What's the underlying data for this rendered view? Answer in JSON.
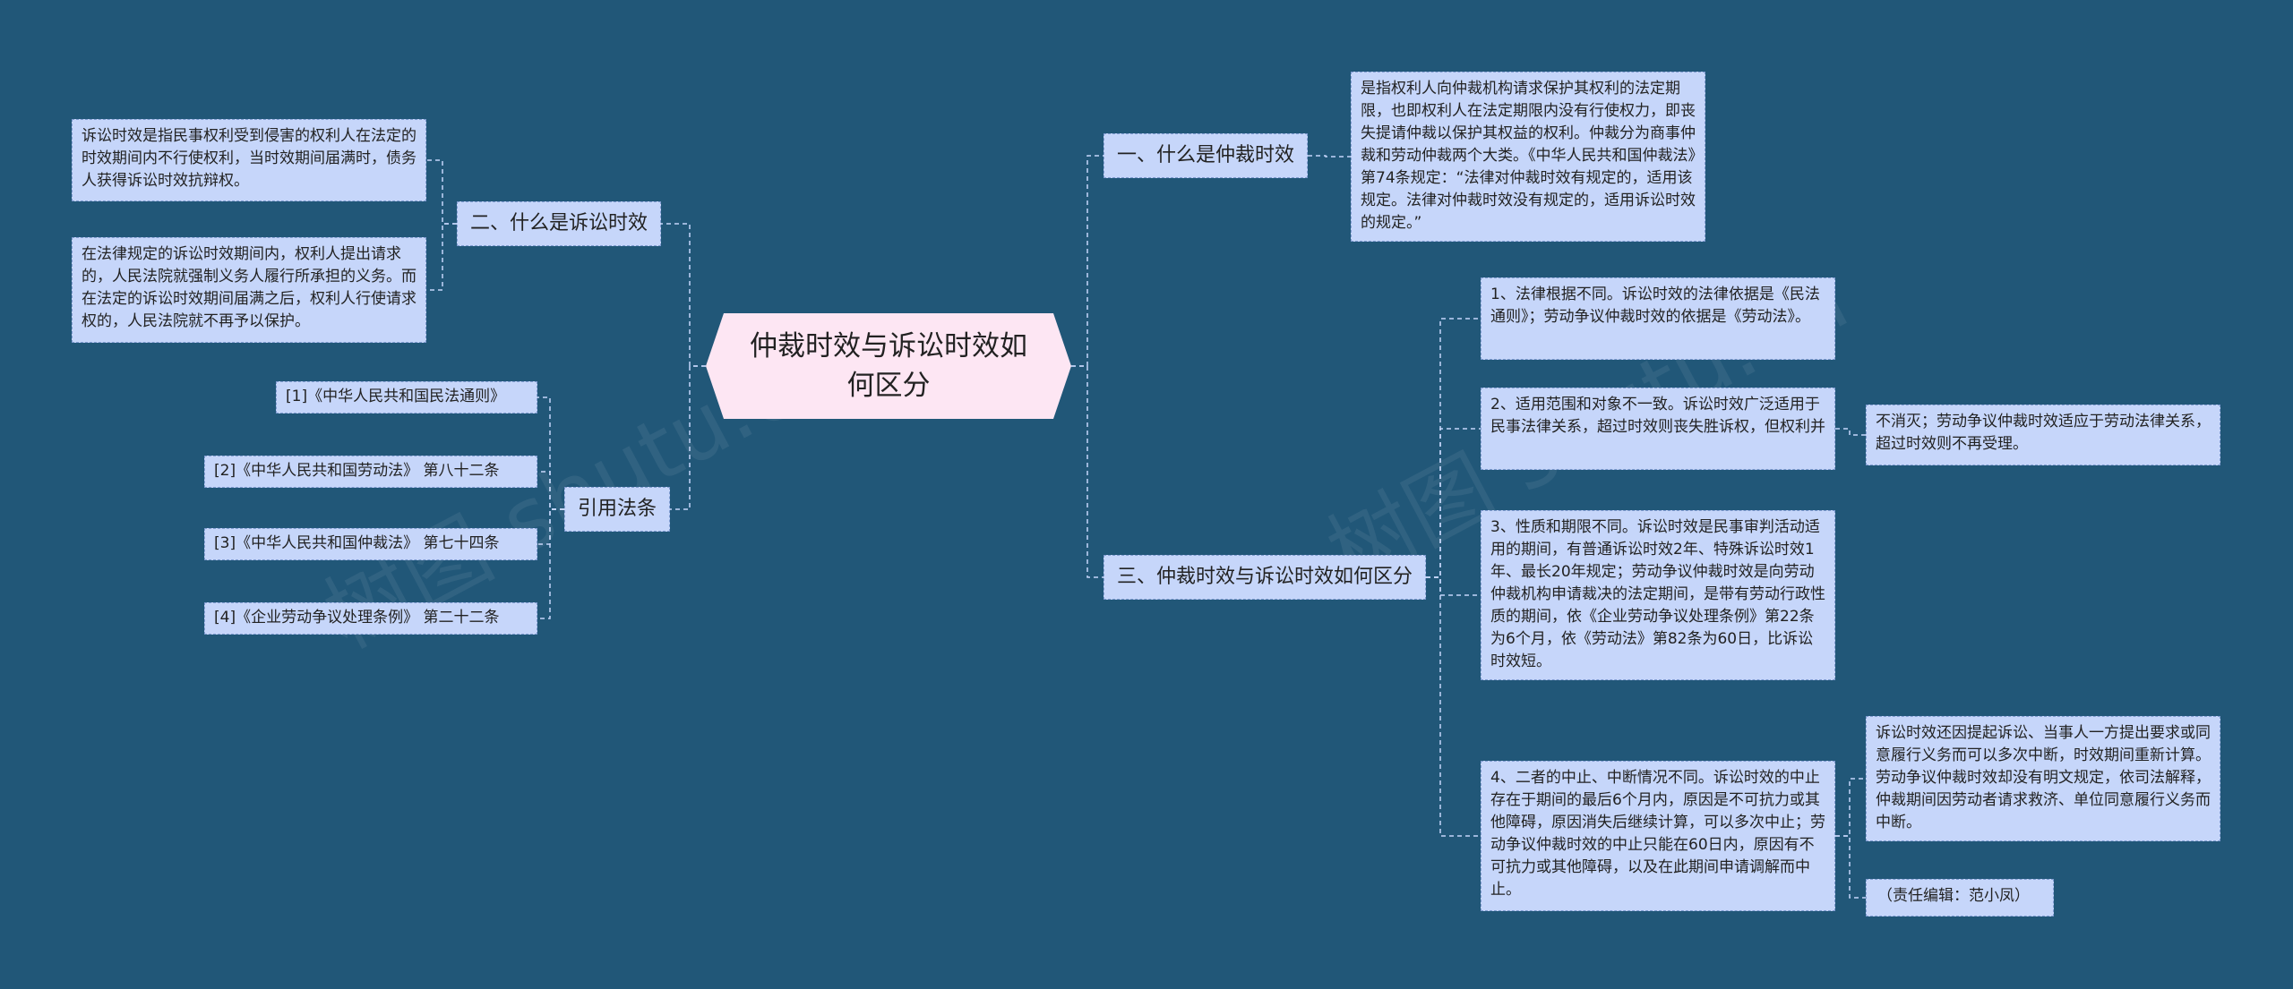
{
  "root": {
    "text": "仲裁时效与诉讼时效如何区分"
  },
  "left": {
    "b2": {
      "label": "二、什么是诉讼时效",
      "children": [
        "诉讼时效是指民事权利受到侵害的权利人在法定的时效期间内不行使权利，当时效期间届满时，债务人获得诉讼时效抗辩权。",
        "在法律规定的诉讼时效期间内，权利人提出请求的，人民法院就强制义务人履行所承担的义务。而在法定的诉讼时效期间届满之后，权利人行使请求权的，人民法院就不再予以保护。"
      ]
    },
    "refs": {
      "label": "引用法条",
      "children": [
        "[1]《中华人民共和国民法通则》",
        "[2]《中华人民共和国劳动法》 第八十二条",
        "[3]《中华人民共和国仲裁法》 第七十四条",
        "[4]《企业劳动争议处理条例》 第二十二条"
      ]
    }
  },
  "right": {
    "b1": {
      "label": "一、什么是仲裁时效",
      "child": "是指权利人向仲裁机构请求保护其权利的法定期限，也即权利人在法定期限内没有行使权力，即丧失提请仲裁以保护其权益的权利。仲裁分为商事仲裁和劳动仲裁两个大类。《中华人民共和国仲裁法》第74条规定：“法律对仲裁时效有规定的，适用该规定。法律对仲裁时效没有规定的，适用诉讼时效的规定。”"
    },
    "b3": {
      "label": "三、仲裁时效与诉讼时效如何区分",
      "items": [
        "1、法律根据不同。诉讼时效的法律依据是《民法通则》；劳动争议仲裁时效的依据是《劳动法》。",
        "2、适用范围和对象不一致。诉讼时效广泛适用于民事法律关系，超过时效则丧失胜诉权，但权利并",
        "3、性质和期限不同。诉讼时效是民事审判活动适用的期间，有普通诉讼时效2年、特殊诉讼时效1年、最长20年规定；劳动争议仲裁时效是向劳动仲裁机构申请裁决的法定期间，是带有劳动行政性质的期间，依《企业劳动争议处理条例》第22条为6个月，依《劳动法》第82条为60日，比诉讼时效短。",
        "4、二者的中止、中断情况不同。诉讼时效的中止存在于期间的最后6个月内，原因是不可抗力或其他障碍，原因消失后继续计算，可以多次中止；劳动争议仲裁时效的中止只能在60日内，原因有不可抗力或其他障碍，以及在此期间申请调解而中止。"
      ],
      "item2_child": "不消灭；劳动争议仲裁时效适应于劳动法律关系，超过时效则不再受理。",
      "item4_children": [
        "诉讼时效还因提起诉讼、当事人一方提出要求或同意履行义务而可以多次中断，时效期间重新计算。劳动争议仲裁时效却没有明文规定，依司法解释，仲裁期间因劳动者请求救济、单位同意履行义务而中断。",
        "（责任编辑：范小凤）"
      ]
    }
  },
  "watermark": [
    "树图 shutu.cn",
    "树图 shutu.cn"
  ],
  "colors": {
    "background": "#215778",
    "node": "#c6d6fa",
    "root": "#fde6f3",
    "line": "#c6d6fa"
  }
}
